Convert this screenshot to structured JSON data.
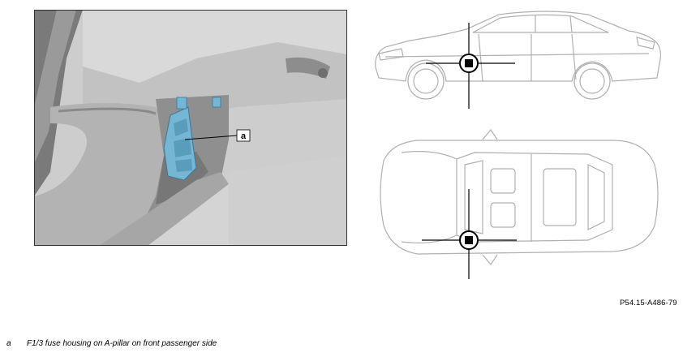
{
  "figure": {
    "callout_letter": "a",
    "reference_code": "P54.15-A486-79"
  },
  "legend": {
    "items": [
      {
        "key": "a",
        "text": "F1/3 fuse housing on A-pillar on front passenger side"
      }
    ]
  },
  "colors": {
    "fuse_highlight": "#74b6d3",
    "interior_gray": "#c4c4c4",
    "car_outline": "#b0b0b0",
    "frame": "#333333"
  },
  "icons": [
    "locator-marker-icon"
  ]
}
